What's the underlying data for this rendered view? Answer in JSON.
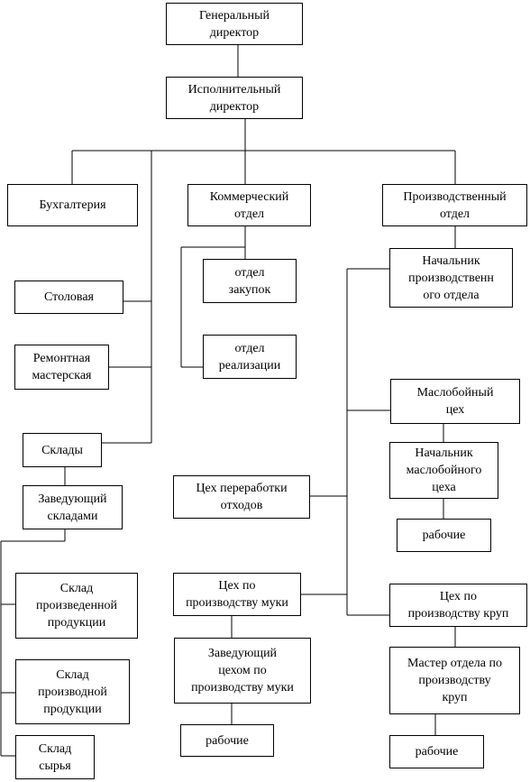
{
  "nodes": {
    "general_director": "Генеральный\nдиректор",
    "executive_director": "Исполнительный\nдиректор",
    "accounting": "Бухгалтерия",
    "commercial_dept": "Коммерческий\nотдел",
    "production_dept": "Производственный\nотдел",
    "purchasing_dept": "отдел\nзакупок",
    "sales_dept": "отдел\nреализации",
    "production_head": "Начальник\nпроизводственн\nого отдела",
    "canteen": "Столовая",
    "repair_shop": "Ремонтная\nмастерская",
    "warehouses": "Склады",
    "warehouse_manager": "Заведующий\nскладами",
    "finished_goods_warehouse": "Склад\nпроизведенной\nпродукции",
    "production_warehouse": "Склад\nпроизводной\nпродукции",
    "raw_materials_warehouse": "Склад\nсырья",
    "oil_mill": "Маслобойный\nцех",
    "oil_mill_head": "Начальник\nмаслобойного\nцеха",
    "oil_mill_workers": "рабочие",
    "waste_processing_shop": "Цех переработки\nотходов",
    "flour_shop": "Цех по\nпроизводству муки",
    "flour_shop_manager": "Заведующий\nцехом по\nпроизводству муки",
    "flour_workers": "рабочие",
    "groats_shop": "Цех по\nпроизводству круп",
    "groats_master": "Мастер отдела по\nпроизводству\nкруп",
    "groats_workers": "рабочие"
  }
}
